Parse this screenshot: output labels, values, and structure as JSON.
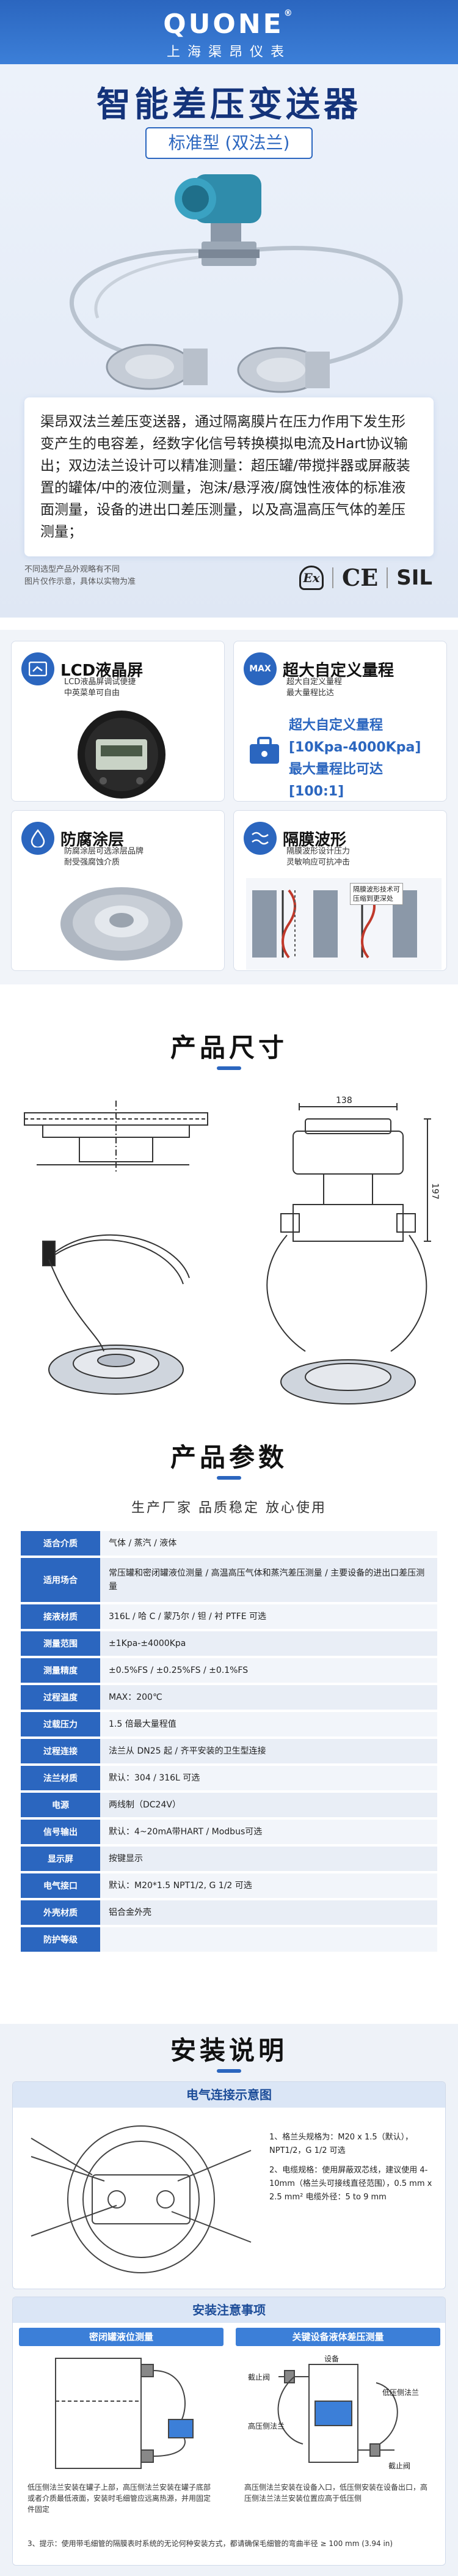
{
  "brand": {
    "logo": "QUONE",
    "reg": "®",
    "subtitle": "上海渠昂仪表"
  },
  "hero": {
    "title": "智能差压变送器",
    "tag": "标准型 (双法兰)",
    "description": "渠昂双法兰差压变送器，通过隔离膜片在压力作用下发生形变产生的电容差，经数字化信号转换模拟电流及Hart协议输出；双边法兰设计可以精准测量：超压罐/带搅拌器或屏蔽装置的罐体/中的液位测量，泡沫/悬浮液/腐蚀性液体的标准液面测量，设备的进出口差压测量，以及高温高压气体的差压测量；",
    "note": "不同选型产品外观略有不同\n图片仅作示意，具体以实物为准",
    "certs": [
      "Ex",
      "CE",
      "SIL"
    ]
  },
  "features": [
    {
      "title": "LCD液晶屏",
      "desc": "LCD液晶屏调试便捷\n中英菜单可自由",
      "icon": "lcd-icon"
    },
    {
      "title": "超大自定义量程",
      "desc": "超大自定义量程\n最大量程比达",
      "extra": "超大自定义量程\n[10Kpa-4000Kpa]\n最大量程比可达\n[100:1]",
      "icon": "max-range-icon"
    },
    {
      "title": "防腐涂层",
      "desc": "防腐涂层可选涂层品牌\n耐受强腐蚀介质",
      "icon": "coating-icon"
    },
    {
      "title": "隔膜波形",
      "desc": "隔膜波形设计压力\n灵敏响应可抗冲击",
      "extra_label": "隔膜波形技术可\n压缩到更深处",
      "icon": "diaphragm-icon"
    }
  ],
  "dimensions": {
    "title": "产品尺寸",
    "dim_138": "138",
    "dim_197": "197"
  },
  "params": {
    "title": "产品参数",
    "subtitle": "生产厂家 品质稳定 放心使用",
    "rows": [
      {
        "k": "适合介质",
        "v": "气体 / 蒸汽 / 液体"
      },
      {
        "k": "适用场合",
        "v": "常压罐和密闭罐液位测量 / 高温高压气体和蒸汽差压测量 / 主要设备的进出口差压测量"
      },
      {
        "k": "接液材质",
        "v": "316L / 哈 C / 蒙乃尔 / 钽 / 衬 PTFE 可选"
      },
      {
        "k": "测量范围",
        "v": "±1Kpa-±4000Kpa"
      },
      {
        "k": "测量精度",
        "v": "±0.5%FS / ±0.25%FS / ±0.1%FS"
      },
      {
        "k": "过程温度",
        "v": "MAX：200℃"
      },
      {
        "k": "过载压力",
        "v": "1.5 倍最大量程值"
      },
      {
        "k": "过程连接",
        "v": "法兰从 DN25 起 / 齐平安装的卫生型连接"
      },
      {
        "k": "法兰材质",
        "v": "默认：304 / 316L 可选"
      },
      {
        "k": "电源",
        "v": "两线制（DC24V）"
      },
      {
        "k": "信号输出",
        "v": "默认：4~20mA带HART / Modbus可选"
      },
      {
        "k": "显示屏",
        "v": "按键显示"
      },
      {
        "k": "电气接口",
        "v": "默认：M20*1.5  NPT1/2, G 1/2 可选"
      },
      {
        "k": "外壳材质",
        "v": "铝合金外壳"
      },
      {
        "k": "防护等级",
        "v": ""
      }
    ]
  },
  "install": {
    "title": "安装说明",
    "wiring_title": "电气连接示意图",
    "wiring_notes": [
      "1、格兰头规格为：M20 x 1.5（默认），NPT1/2，G 1/2 可选",
      "2、电缆规格：使用屏蔽双芯线，建议使用 4-10mm（格兰头可接线直径范围），0.5 mm x 2.5 mm² 电缆外径：5 to 9 mm"
    ],
    "notes_title": "安装注意事项",
    "left_sub": "密闭罐液位测量",
    "right_sub": "关键设备液体差压测量",
    "left_text": "低压侧法兰安装在罐子上部，高压侧法兰安装在罐子底部或者介质最低液面，安装时毛细管应远离热源，并用固定件固定",
    "right_text": "高压侧法兰安装在设备入口，低压侧安装在设备出口，高压侧法兰法兰安装位置应高于低压侧",
    "right_labels": [
      "截止阀",
      "设备",
      "低压侧法兰",
      "高压侧法兰",
      "截止阀"
    ],
    "footer_note": "3、提示：使用带毛细管的隔膜表时系统的无论何种安装方式，都请确保毛细管的弯曲半径 ≥ 100 mm (3.94 in)"
  }
}
